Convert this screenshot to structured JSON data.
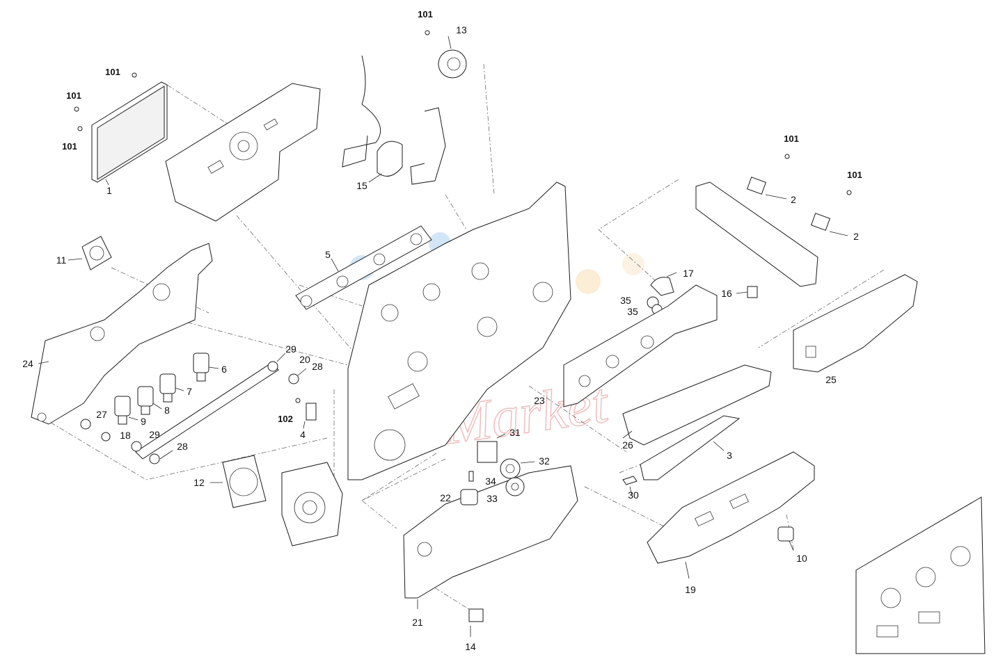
{
  "watermark": {
    "text": "Ink-Market",
    "dot_colors": [
      "#9cc8ee",
      "#9cc8ee",
      "#b6d7f2",
      "#f8d8a6",
      "#fbe3c0"
    ]
  },
  "colors": {
    "line": "#1a1a1a",
    "callout_text": "#111111",
    "watermark_text": "#e7a3a3"
  },
  "callouts": [
    {
      "id": "c101a",
      "text": "101",
      "bold": true
    },
    {
      "id": "c13",
      "text": "13"
    },
    {
      "id": "c101b",
      "text": "101",
      "bold": true
    },
    {
      "id": "c101c",
      "text": "101",
      "bold": true
    },
    {
      "id": "c101d",
      "text": "101",
      "bold": true
    },
    {
      "id": "c1",
      "text": "1"
    },
    {
      "id": "c15",
      "text": "15"
    },
    {
      "id": "c101e",
      "text": "101",
      "bold": true
    },
    {
      "id": "c2a",
      "text": "2"
    },
    {
      "id": "c101f",
      "text": "101",
      "bold": true
    },
    {
      "id": "c2b",
      "text": "2"
    },
    {
      "id": "c11",
      "text": "11"
    },
    {
      "id": "c5",
      "text": "5"
    },
    {
      "id": "c17",
      "text": "17"
    },
    {
      "id": "c35a",
      "text": "35"
    },
    {
      "id": "c35b",
      "text": "35"
    },
    {
      "id": "c16",
      "text": "16"
    },
    {
      "id": "c29a",
      "text": "29"
    },
    {
      "id": "c20",
      "text": "20"
    },
    {
      "id": "c28a",
      "text": "28"
    },
    {
      "id": "c24",
      "text": "24"
    },
    {
      "id": "c6",
      "text": "6"
    },
    {
      "id": "c7",
      "text": "7"
    },
    {
      "id": "c8",
      "text": "8"
    },
    {
      "id": "c27",
      "text": "27"
    },
    {
      "id": "c9",
      "text": "9"
    },
    {
      "id": "c18",
      "text": "18"
    },
    {
      "id": "c29b",
      "text": "29"
    },
    {
      "id": "c28b",
      "text": "28"
    },
    {
      "id": "c102",
      "text": "102",
      "bold": true
    },
    {
      "id": "c4",
      "text": "4"
    },
    {
      "id": "c25",
      "text": "25"
    },
    {
      "id": "c23",
      "text": "23"
    },
    {
      "id": "c26",
      "text": "26"
    },
    {
      "id": "c3",
      "text": "3"
    },
    {
      "id": "c31",
      "text": "31"
    },
    {
      "id": "c32",
      "text": "32"
    },
    {
      "id": "c34",
      "text": "34"
    },
    {
      "id": "c12",
      "text": "12"
    },
    {
      "id": "c22",
      "text": "22"
    },
    {
      "id": "c33",
      "text": "33"
    },
    {
      "id": "c30",
      "text": "30"
    },
    {
      "id": "c10",
      "text": "10"
    },
    {
      "id": "c19",
      "text": "19"
    },
    {
      "id": "c21",
      "text": "21"
    },
    {
      "id": "c14",
      "text": "14"
    }
  ]
}
